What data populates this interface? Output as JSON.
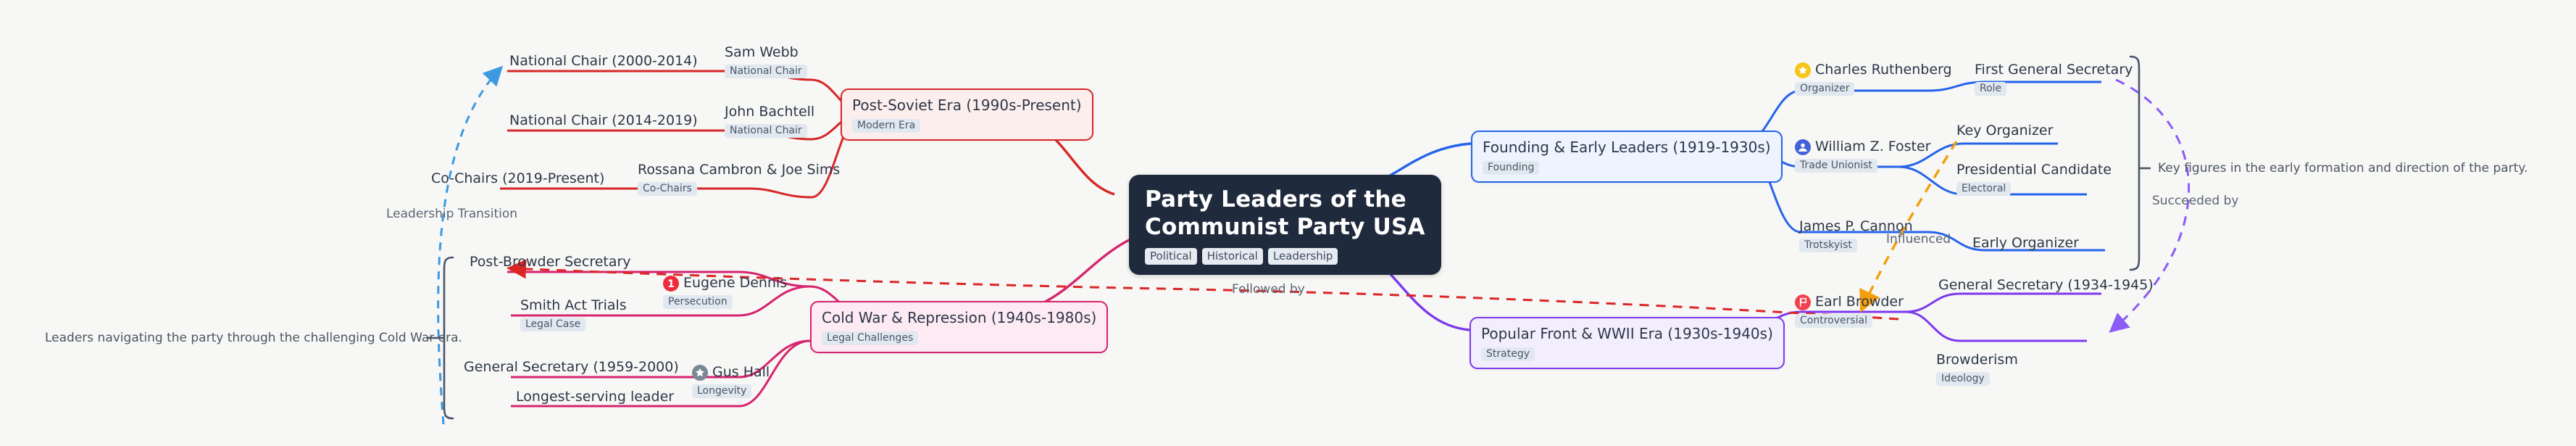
{
  "root": {
    "title_line1": "Party Leaders of the",
    "title_line2": "Communist Party USA",
    "chips": [
      "Political",
      "Historical",
      "Leadership"
    ]
  },
  "branches": [
    {
      "id": "post-soviet",
      "title": "Post-Soviet Era (1990s-Present)",
      "chip": "Modern Era",
      "color": "#d62728",
      "bg": "#fdeeee"
    },
    {
      "id": "cold-war",
      "title": "Cold War & Repression (1940s-1980s)",
      "chip": "Legal Challenges",
      "color": "#d6246e",
      "bg": "#fdeaf3"
    },
    {
      "id": "founding",
      "title": "Founding & Early Leaders (1919-1930s)",
      "chip": "Founding",
      "color": "#2563eb",
      "bg": "#eef4ff"
    },
    {
      "id": "popular-front",
      "title": "Popular Front & WWII Era (1930s-1940s)",
      "chip": "Strategy",
      "color": "#7c3aed",
      "bg": "#f3eefe"
    }
  ],
  "leaves": {
    "post_soviet": [
      {
        "title": "National Chair (2000-2014)",
        "chip": null,
        "badge": null
      },
      {
        "title": "Sam Webb",
        "chip": "National Chair",
        "badge": null
      },
      {
        "title": "National Chair (2014-2019)",
        "chip": null,
        "badge": null
      },
      {
        "title": "John Bachtell",
        "chip": "National Chair",
        "badge": null
      },
      {
        "title": "Co-Chairs (2019-Present)",
        "chip": null,
        "badge": null
      },
      {
        "title": "Rossana Cambron & Joe Sims",
        "chip": "Co-Chairs",
        "badge": null
      }
    ],
    "cold_war": [
      {
        "title": "Post-Browder Secretary",
        "chip": null,
        "badge": null
      },
      {
        "title": "Eugene Dennis",
        "chip": "Persecution",
        "badge": "number-one-badge-icon"
      },
      {
        "title": "Smith Act Trials",
        "chip": "Legal Case",
        "badge": null
      },
      {
        "title": "General Secretary (1959-2000)",
        "chip": null,
        "badge": null
      },
      {
        "title": "Gus Hall",
        "chip": "Longevity",
        "badge": "star-badge-icon"
      },
      {
        "title": "Longest-serving leader",
        "chip": null,
        "badge": null
      }
    ],
    "founding": [
      {
        "title": "Charles Ruthenberg",
        "chip": "Organizer",
        "badge": "gold-star-badge-icon"
      },
      {
        "title": "First General Secretary",
        "chip": "Role",
        "badge": null
      },
      {
        "title": "William Z. Foster",
        "chip": "Trade Unionist",
        "badge": "person-badge-icon"
      },
      {
        "title": "Key Organizer",
        "chip": null,
        "badge": null
      },
      {
        "title": "Presidential Candidate",
        "chip": "Electoral",
        "badge": null
      },
      {
        "title": "James P. Cannon",
        "chip": "Trotskyist",
        "badge": null
      },
      {
        "title": "Early Organizer",
        "chip": null,
        "badge": null
      }
    ],
    "popular_front": [
      {
        "title": "Earl Browder",
        "chip": "Controversial",
        "badge": "flag-badge-icon"
      },
      {
        "title": "General Secretary (1934-1945)",
        "chip": null,
        "badge": null
      },
      {
        "title": "Browderism",
        "chip": "Ideology",
        "badge": null
      }
    ]
  },
  "edge_labels": {
    "leadership_transition": "Leadership Transition",
    "followed_by": "Followed by",
    "influenced": "Influenced",
    "succeeded_by": "Succeeded by"
  },
  "notes": {
    "left": "Leaders navigating the party through the challenging Cold War era.",
    "right": "Key figures in the early formation and direction of the party."
  },
  "colors": {
    "root_bg": "#1f2a3c",
    "canvas_bg": "#f7f7f5",
    "red": "#d62728",
    "pink": "#d6246e",
    "blue": "#2563eb",
    "purple": "#7c3aed",
    "dashed_blue": "#3b9ae1",
    "dashed_orange": "#f59e0b",
    "dashed_red": "#dc2626",
    "dashed_purple": "#8b5cf6",
    "bracket": "#4a5568"
  }
}
